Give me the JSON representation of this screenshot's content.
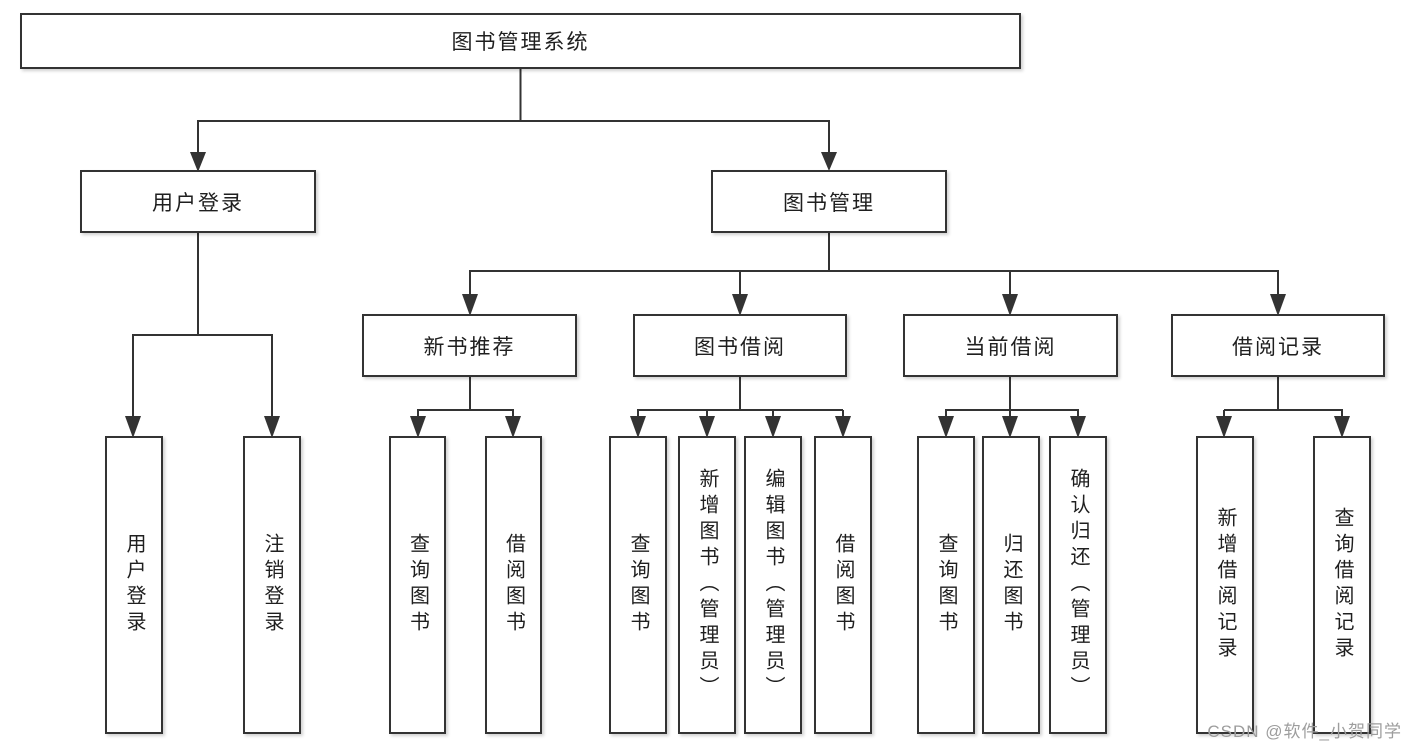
{
  "tree": {
    "root": "图书管理系统",
    "branches": [
      {
        "label": "用户登录",
        "children": [
          {
            "label": "用户登录"
          },
          {
            "label": "注销登录"
          }
        ]
      },
      {
        "label": "图书管理",
        "children": [
          {
            "label": "新书推荐",
            "children": [
              {
                "label": "查询图书"
              },
              {
                "label": "借阅图书"
              }
            ]
          },
          {
            "label": "图书借阅",
            "children": [
              {
                "label": "查询图书"
              },
              {
                "label": "新增图书（管理员）"
              },
              {
                "label": "编辑图书（管理员）"
              },
              {
                "label": "借阅图书"
              }
            ]
          },
          {
            "label": "当前借阅",
            "children": [
              {
                "label": "查询图书"
              },
              {
                "label": "归还图书"
              },
              {
                "label": "确认归还（管理员）"
              }
            ]
          },
          {
            "label": "借阅记录",
            "children": [
              {
                "label": "新增借阅记录"
              },
              {
                "label": "查询借阅记录"
              }
            ]
          }
        ]
      }
    ]
  },
  "watermark": {
    "text": "CSDN @软件_小贺同学",
    "color": "#9d9d9d"
  },
  "colors": {
    "line": "#333333",
    "box_border": "#333333",
    "box_background": "#ffffff",
    "page_background": "#ffffff",
    "text": "#1f1f1f"
  }
}
